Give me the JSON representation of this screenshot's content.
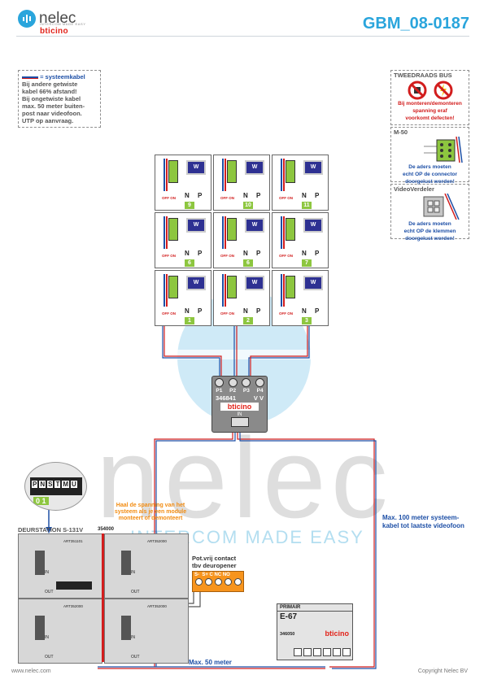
{
  "header": {
    "logo_name": "nelec",
    "logo_tagline": "INTERCOM MADE EASY",
    "brand": "bticino",
    "doc_code": "GBM_08-0187"
  },
  "notes": {
    "cable_key": "= systeemkabel",
    "lines": [
      "Bij andere getwiste",
      "kabel 66% afstand!",
      "Bij ongetwiste kabel",
      "max. 50 meter buiten-",
      "post naar videofoon.",
      "UTP op aanvraag."
    ]
  },
  "panels": {
    "twowire": {
      "title": "TWEEDRAADS BUS",
      "text": [
        "Bij monteren/demonteren",
        "spanning eraf",
        "voorkomt defecten!"
      ]
    },
    "m50": {
      "title": "M-50",
      "text": [
        "De aders moeten",
        "echt OP de connector",
        "doorgelust worden!"
      ]
    },
    "vv": {
      "title": "VideoVerdeler",
      "text": [
        "De aders moeten",
        "echt OP de klemmen",
        "doorgelust worden!"
      ]
    }
  },
  "phones": {
    "screen_label": "W",
    "rows": [
      [
        {
          "n": "9",
          "state": "OFF ON"
        },
        {
          "n": "10",
          "state": "OFF ON"
        },
        {
          "n": "11",
          "state": "OFF ON"
        }
      ],
      [
        {
          "n": "6",
          "state": "OFF ON"
        },
        {
          "n": "6",
          "state": "OFF ON"
        },
        {
          "n": "7",
          "state": "OFF ON"
        }
      ],
      [
        {
          "n": "1",
          "state": "OFF ON"
        },
        {
          "n": "2",
          "state": "OFF ON"
        },
        {
          "n": "3",
          "state": "OFF ON"
        }
      ]
    ],
    "col_n": "N",
    "col_p": "P"
  },
  "distributor": {
    "ports": [
      "P1",
      "P2",
      "P3",
      "P4"
    ],
    "model": "346841",
    "suffix": "V V",
    "brand": "bticino",
    "in": "IN"
  },
  "dip": {
    "labels": [
      "P",
      "N",
      "S",
      "T",
      "M",
      "U"
    ],
    "digits": "0 1"
  },
  "door": {
    "label": "DEURSTATION S-131V",
    "warning": [
      "Haal de spanning van het",
      "systeem als je een module",
      "monteert of demonteert"
    ],
    "frame_code_top": "354000",
    "frame_code_bottom": "354000",
    "modules": [
      "ART351101",
      "ART352000",
      "ART352000",
      "ART352000"
    ],
    "in": "IN",
    "out": "OUT"
  },
  "relay": {
    "title": [
      "Pot.vrij contact",
      "tbv deuropener"
    ],
    "terminals": "S-  S+ C NC NO"
  },
  "psu": {
    "label_top": "PRIMAIR",
    "model": "E-67",
    "code": "346050",
    "brand": "bticino"
  },
  "annotations": {
    "max100": [
      "Max. 100 meter systeem-",
      "kabel tot laatste videofoon"
    ],
    "max50": "Max. 50 meter"
  },
  "watermark": {
    "word": "nelec",
    "tagline": "INTERCOM MADE EASY"
  },
  "footer": {
    "left": "www.nelec.com",
    "right": "Copyright Nelec BV"
  },
  "colors": {
    "accent": "#2aa5dc",
    "brand_red": "#e2231a",
    "cable_blue": "#1d4fa6",
    "warning_orange": "#f28c12"
  }
}
